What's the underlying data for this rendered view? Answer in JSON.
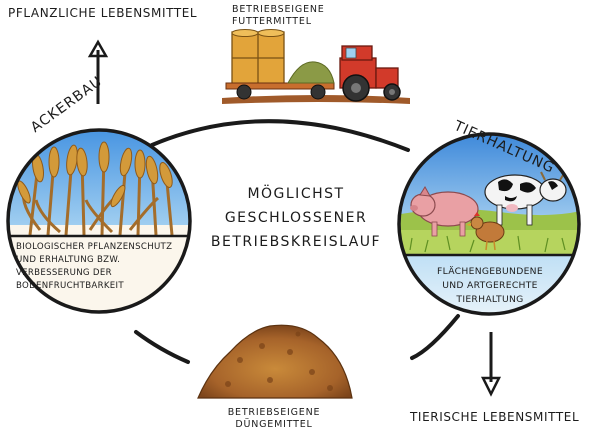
{
  "top_left_output": "Pflanzliche Lebensmittel",
  "top_center_title": [
    "Betriebseigene",
    "Futtermittel"
  ],
  "center_title": [
    "Möglichst",
    "geschlossener",
    "Betriebskreislauf"
  ],
  "left_circle": {
    "label": "Ackerbau",
    "caption": [
      "Biologischer Pflanzenschutz",
      "und Erhaltung bzw.",
      "Verbesserung der",
      "Bodenfruchtbarkeit"
    ]
  },
  "right_circle": {
    "label": "Tierhaltung",
    "caption": [
      "Flächengebundene",
      "und artgerechte",
      "Tierhaltung"
    ]
  },
  "bottom_center_title": [
    "Betriebseigene",
    "Düngemittel"
  ],
  "bottom_right_output": "Tierische Lebensmittel",
  "icons": [
    "wheat-icon",
    "tractor-icon",
    "hay-bale-icon",
    "cow-icon",
    "pig-icon",
    "chicken-icon",
    "manure-pile-icon",
    "arrow-up-icon",
    "arrow-down-icon"
  ]
}
